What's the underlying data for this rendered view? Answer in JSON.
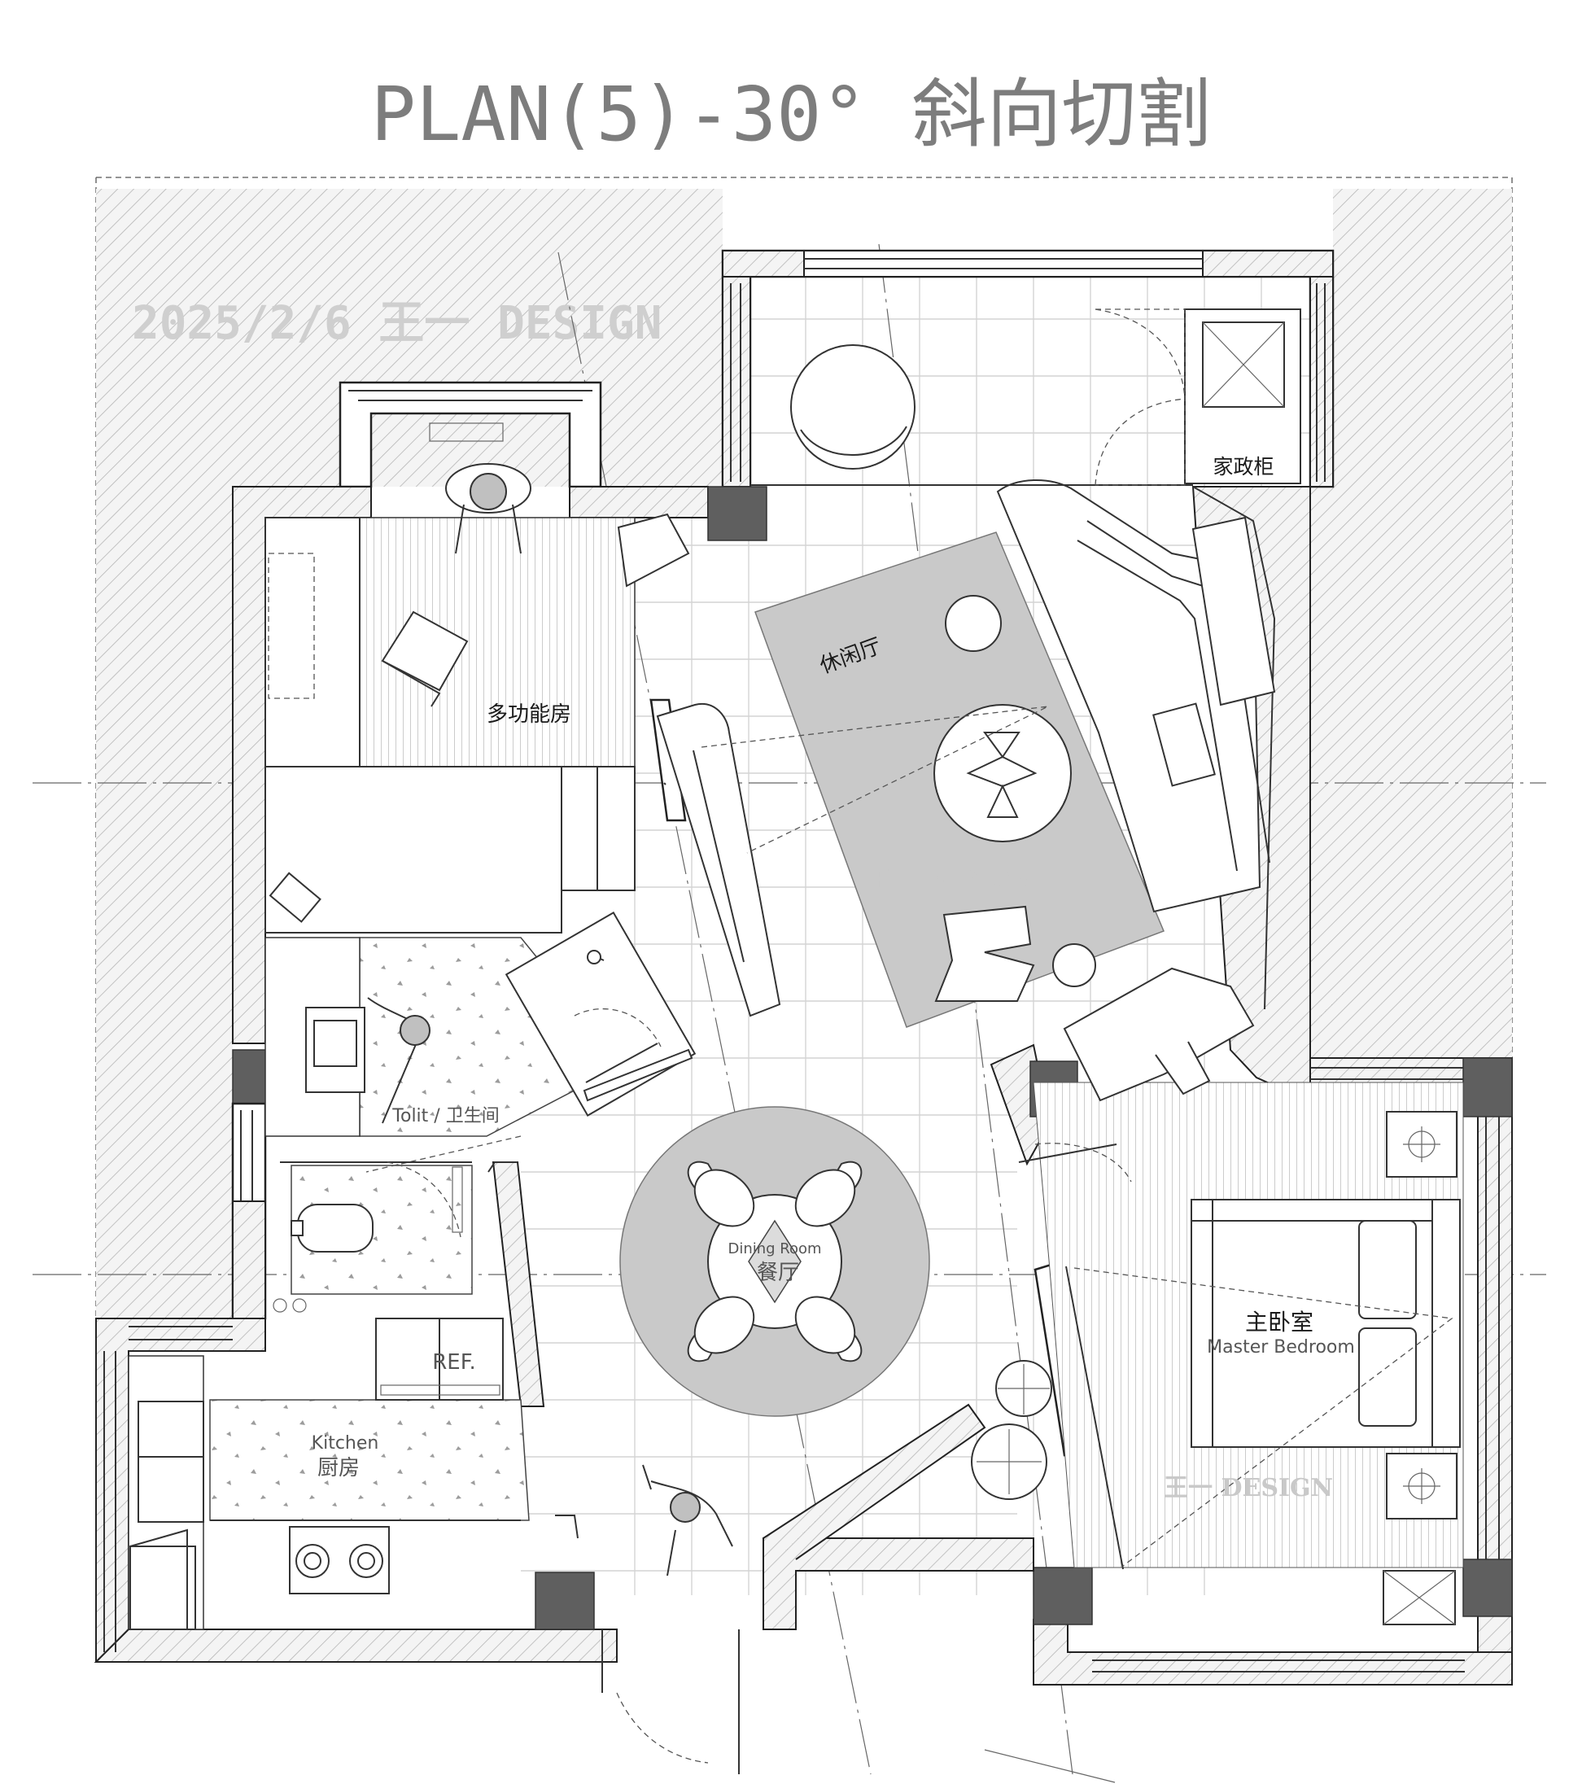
{
  "title": "PLAN(5)-30° 斜向切割",
  "stamp": "2025/2/6 王一 DESIGN",
  "watermark": "王一 DESIGN",
  "rooms": {
    "multi_room": "多功能房",
    "lounge": "休闲厅",
    "housekeeping_cabinet": "家政柜",
    "toilet": "Tolit / 卫生间",
    "dining_en": "Dining Room",
    "dining_cn": "餐厅",
    "kitchen_en": "Kitchen",
    "kitchen_cn": "厨房",
    "refrigerator": "REF.",
    "master_cn": "主卧室",
    "master_en": "Master Bedroom"
  },
  "colors": {
    "wall_hatch": "#bdbdbd",
    "column": "#5f5f5f",
    "rug": "#c9c9c9",
    "grid": "#d4d4d4",
    "title": "#7d7d7d"
  }
}
